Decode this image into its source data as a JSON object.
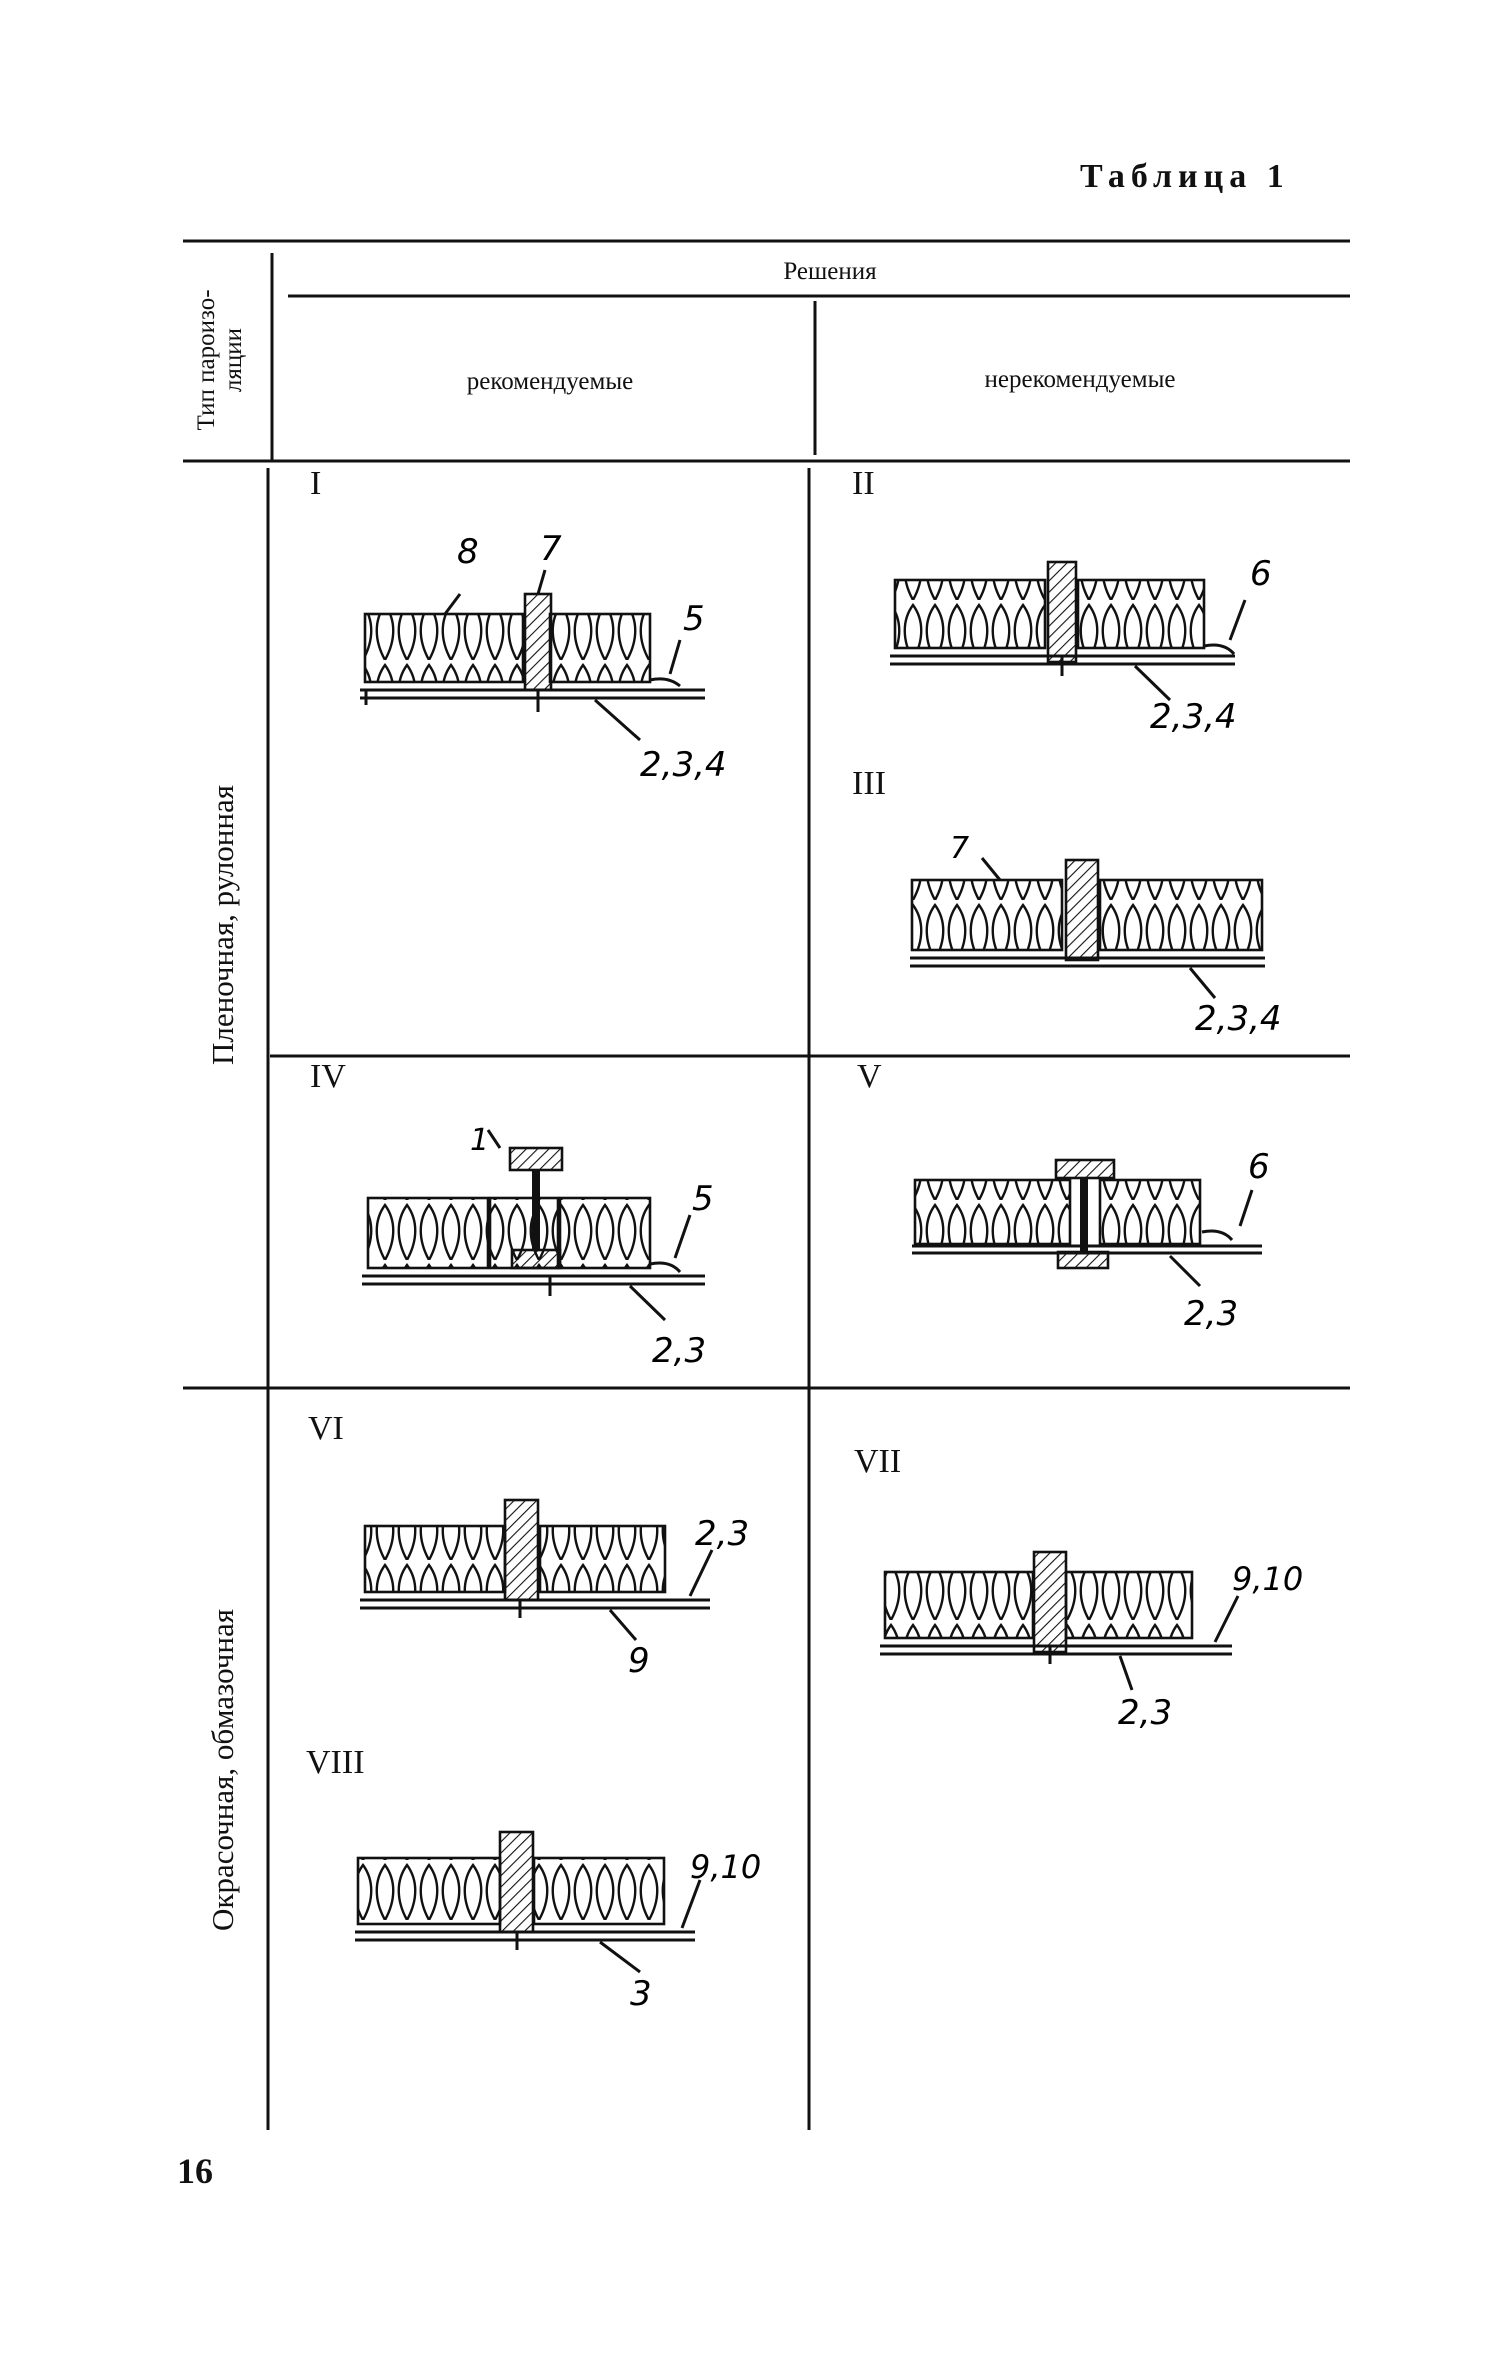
{
  "table_caption": "Таблица 1",
  "header": {
    "type_column": [
      "Тип пароизо-",
      "ляции"
    ],
    "solutions": "Решения",
    "recommended": "рекомендуемые",
    "not_recommended": "нерекомендуемые"
  },
  "groups": [
    {
      "label": "Пленочная, рулонная"
    },
    {
      "label": "Окрасочная, обмазочная"
    }
  ],
  "figures": [
    {
      "id": "I",
      "labels": [
        "8",
        "7",
        "5",
        "2,3,4"
      ]
    },
    {
      "id": "II",
      "labels": [
        "6",
        "2,3,4"
      ]
    },
    {
      "id": "III",
      "labels": [
        "7",
        "2,3,4"
      ]
    },
    {
      "id": "IV",
      "labels": [
        "1",
        "5",
        "2,3"
      ]
    },
    {
      "id": "V",
      "labels": [
        "6",
        "2,3"
      ]
    },
    {
      "id": "VI",
      "labels": [
        "2,3",
        "9"
      ]
    },
    {
      "id": "VII",
      "labels": [
        "9,10",
        "2,3"
      ]
    },
    {
      "id": "VIII",
      "labels": [
        "9,10",
        "3"
      ]
    }
  ],
  "page_number": "16"
}
